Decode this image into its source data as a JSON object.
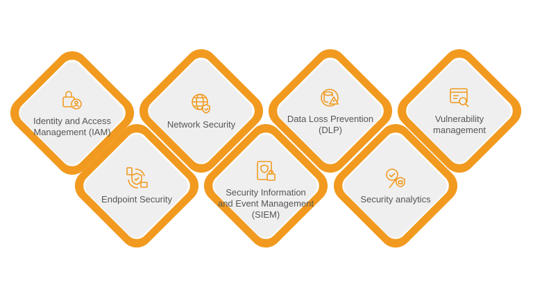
{
  "accent_color": "#f19a1f",
  "items": [
    {
      "label": "Identity and Access Management (IAM)",
      "icon": "lock-user-icon",
      "row": "top"
    },
    {
      "label": "Network Security",
      "icon": "globe-shield-icon",
      "row": "top"
    },
    {
      "label": "Data Loss Prevention (DLP)",
      "icon": "database-warning-icon",
      "row": "top"
    },
    {
      "label": "Vulnerability management",
      "icon": "monitor-search-icon",
      "row": "top"
    },
    {
      "label": "Endpoint Security",
      "icon": "shield-devices-icon",
      "row": "bottom"
    },
    {
      "label": "Security Information and Event Management (SIEM)",
      "icon": "document-lock-icon",
      "row": "bottom"
    },
    {
      "label": "Security analytics",
      "icon": "magnifier-shield-icon",
      "row": "bottom"
    }
  ]
}
